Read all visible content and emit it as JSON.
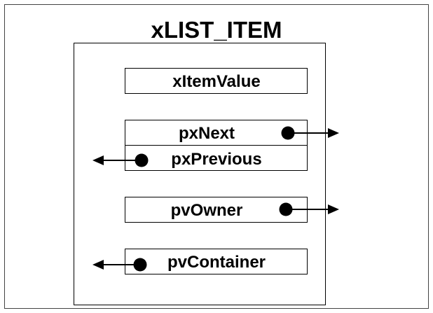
{
  "diagram": {
    "title": "xLIST_ITEM",
    "fields": {
      "item_value": "xItemValue",
      "next": "pxNext",
      "previous": "pxPrevious",
      "owner": "pvOwner",
      "container": "pvContainer"
    },
    "colors": {
      "stroke": "#000000",
      "frame": "#444444",
      "background": "#ffffff"
    }
  }
}
